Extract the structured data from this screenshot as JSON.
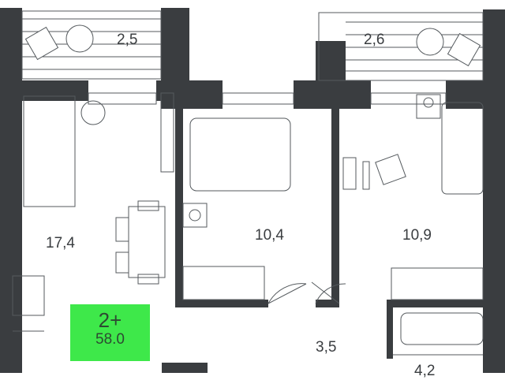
{
  "plan": {
    "rooms": [
      {
        "name": "balcony-left",
        "area": "2,5"
      },
      {
        "name": "balcony-right",
        "area": "2,6"
      },
      {
        "name": "living-kitchen",
        "area": "17,4"
      },
      {
        "name": "bedroom-1",
        "area": "10,4"
      },
      {
        "name": "bedroom-2",
        "area": "10,9"
      },
      {
        "name": "hallway",
        "area": "3,5"
      },
      {
        "name": "bathroom",
        "area": "4,2"
      }
    ],
    "badge": {
      "rooms": "2+",
      "total_area": "58.0"
    },
    "colors": {
      "wall": "#3a3d40",
      "badge": "#3ee84a",
      "line": "#555a5e"
    }
  }
}
